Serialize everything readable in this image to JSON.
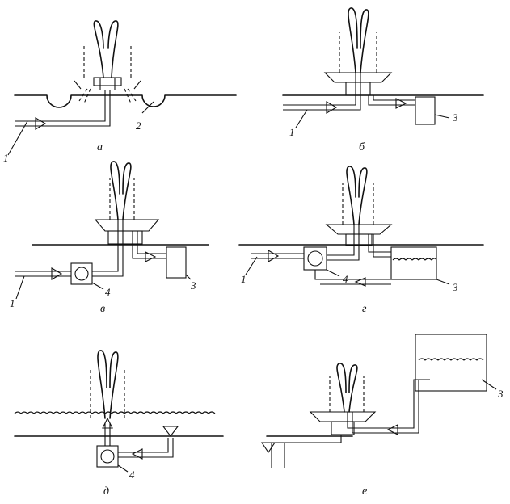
{
  "figure": {
    "panels": [
      {
        "id": "a",
        "caption": "а",
        "labels": [
          "1",
          "2"
        ]
      },
      {
        "id": "b",
        "caption": "б",
        "labels": [
          "1",
          "3"
        ]
      },
      {
        "id": "v",
        "caption": "в",
        "labels": [
          "1",
          "4",
          "3"
        ]
      },
      {
        "id": "g",
        "caption": "г",
        "labels": [
          "1",
          "4",
          "3"
        ]
      },
      {
        "id": "d",
        "caption": "д",
        "labels": [
          "4"
        ]
      },
      {
        "id": "e",
        "caption": "е",
        "labels": [
          "3"
        ]
      }
    ]
  }
}
